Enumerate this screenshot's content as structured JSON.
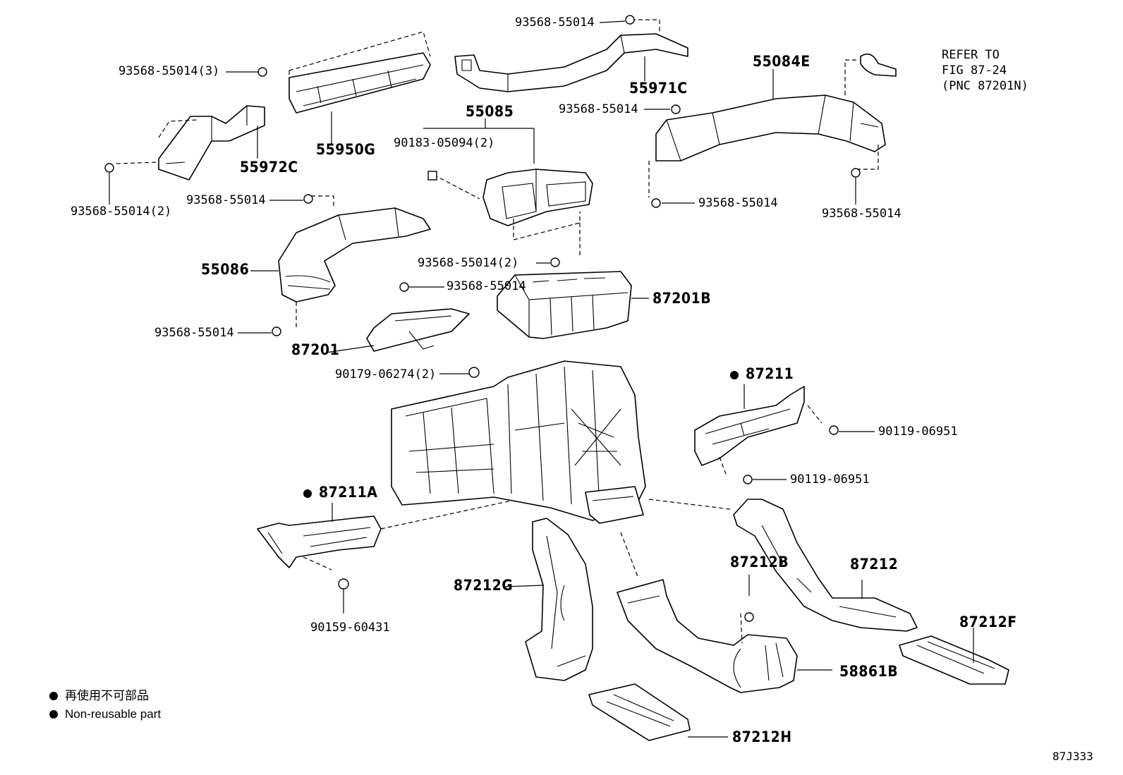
{
  "diagram": {
    "drawing_code": "87J333",
    "legend": {
      "japanese": "再使用不可部品",
      "english": "Non-reusable part"
    },
    "labels": {
      "p93568_3": "93568-55014(3)",
      "p55950G": "55950G",
      "p55972C": "55972C",
      "p93568_2a": "93568-55014(2)",
      "p93568_top": "93568-55014",
      "p55971C": "55971C",
      "p55085": "55085",
      "p90183": "90183-05094(2)",
      "p55084E": "55084E",
      "p93568_c1": "93568-55014",
      "p93568_r1": "93568-55014",
      "p93568_r2": "93568-55014",
      "refer1": "REFER TO",
      "refer2": "FIG 87-24",
      "refer3": "(PNC 87201N)",
      "p93568_m1": "93568-55014",
      "p55086": "55086",
      "p93568_m2": "93568-55014(2)",
      "p93568_m3": "93568-55014",
      "p93568_m4": "93568-55014",
      "p87201B": "87201B",
      "p87201": "87201",
      "p90179": "90179-06274(2)",
      "p87211": "87211",
      "p90119a": "90119-06951",
      "p90119b": "90119-06951",
      "p87211A": "87211A",
      "p90159": "90159-60431",
      "p87212G": "87212G",
      "p87212B": "87212B",
      "p87212": "87212",
      "p87212F": "87212F",
      "p58861B": "58861B",
      "p87212H": "87212H"
    }
  }
}
